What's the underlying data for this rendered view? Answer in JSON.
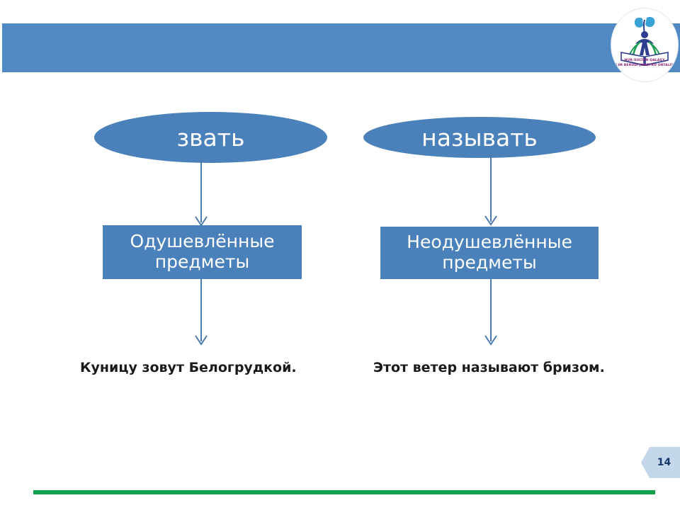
{
  "slide": {
    "page_number": "14",
    "header": {
      "title": ""
    },
    "logo": {
      "name": "organization-logo",
      "line_1": "NUR-SULTAN QALASY",
      "line_2": "BILIM BERUDI JANDYRU ORTALYGY",
      "text_color": "#8a1f6e",
      "accent_blue": "#2e3c8f",
      "accent_green": "#1f9d55"
    },
    "diagram": {
      "branches": [
        {
          "verb": "звать",
          "category": "Одушевлённые\nпредметы",
          "category_line_1": "Одушевлённые",
          "category_line_2": "предметы",
          "example": "Куницу зовут Белогрудкой."
        },
        {
          "verb": "называть",
          "category": "Неодушевлённые\nпредметы",
          "category_line_1": "Неодушевлённые",
          "category_line_2": "предметы",
          "example": "Этот ветер называют бризом."
        }
      ],
      "arrow_color": "#4a7ab0",
      "node_fill": "#4a81ba",
      "node_text_color": "#ffffff"
    },
    "footer": {
      "rule_color": "#13a14b",
      "badge_fill": "#c3d6ea",
      "badge_text_color": "#16376b"
    },
    "colors": {
      "header_bar": "#5189c4",
      "background": "#ffffff"
    }
  }
}
